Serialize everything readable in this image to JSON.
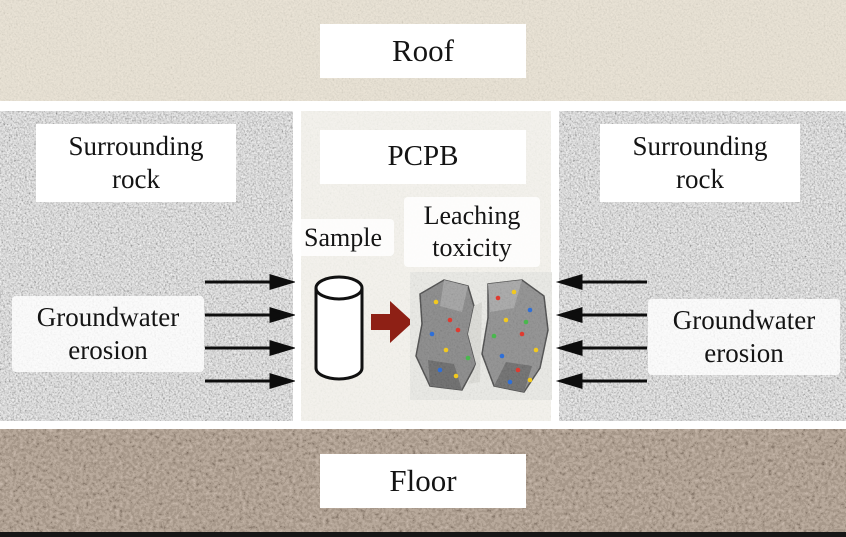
{
  "labels": {
    "roof": "Roof",
    "floor": "Floor",
    "pcpb": "PCPB",
    "sample": "Sample",
    "surrounding_rock": {
      "line1": "Surrounding",
      "line2": "rock"
    },
    "leaching_toxicity": {
      "line1": "Leaching",
      "line2": "toxicity"
    },
    "groundwater_erosion": {
      "line1": "Groundwater",
      "line2": "erosion"
    }
  },
  "icons": {
    "sample_cylinder": "outlined-cylinder-shape",
    "transformation_arrow": "thick-dark-red-right-arrow",
    "groundwater_arrows_left": "four-thin-black-arrows-pointing-right",
    "groundwater_arrows_right": "four-thin-black-arrows-pointing-left",
    "leached_rock": "gray-fractured-rock-with-colored-specks"
  },
  "colors": {
    "roof_bg": "#e8e0cf",
    "floor_bg": "#9c7e62",
    "rock_bg": "#c7c7c7",
    "center_bg": "#f4f2ec",
    "label_bg": "#ffffff",
    "red_arrow": "#8e2015",
    "arrow": "#0d0d0d",
    "text": "#141414"
  }
}
